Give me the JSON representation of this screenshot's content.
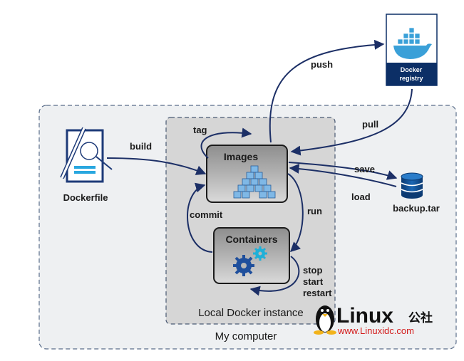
{
  "regions": {
    "my_computer": "My computer",
    "local_instance": "Local Docker instance"
  },
  "nodes": {
    "dockerfile": "Dockerfile",
    "images": "Images",
    "containers": "Containers",
    "registry_line1": "Docker",
    "registry_line2": "registry",
    "backup": "backup.tar"
  },
  "edges": {
    "build": "build",
    "tag": "tag",
    "commit": "commit",
    "run": "run",
    "stop": "stop",
    "start": "start",
    "restart": "restart",
    "push": "push",
    "pull": "pull",
    "save": "save",
    "load": "load"
  },
  "watermark": {
    "brand": "Linux",
    "brand_cn": "公社",
    "url": "www.Linuxidc.com"
  },
  "colors": {
    "arrow": "#1c2f66",
    "outer_region_fill": "#eef0f2",
    "inner_region_fill": "#d6d6d6",
    "node_border": "#1b1b1b",
    "registry_blue": "#0c2f66",
    "docker_cyan": "#3aa0d8",
    "gear_blue": "#1f4f9c",
    "gear_cyan": "#1fb0d8",
    "watermark_red": "#d31b1b"
  }
}
